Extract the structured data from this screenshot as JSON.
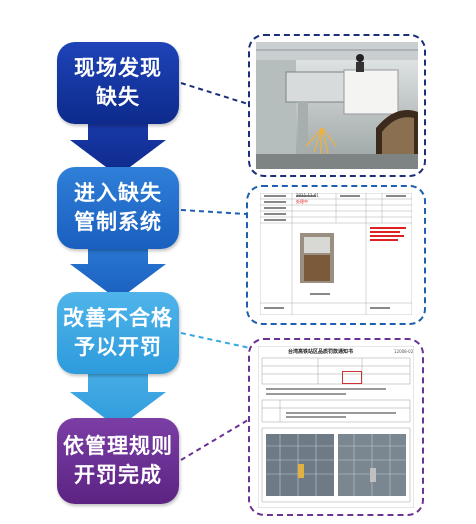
{
  "steps": [
    {
      "line1": "现场发现",
      "line2": "缺失"
    },
    {
      "line1": "进入缺失",
      "line2": "管制系统"
    },
    {
      "line1": "改善不合格",
      "line2": "予以开罚"
    },
    {
      "line1": "依管理规则",
      "line2": "开罚完成"
    }
  ],
  "colors": {
    "step1": "#0d2a8c",
    "step2": "#1a5fbf",
    "step3": "#2e9bdc",
    "step4": "#5c2383",
    "arrow_connector_dark": "#1c2f7a",
    "arrow_connector_light": "#36a8e0",
    "arrow_connector_purple": "#6b3394"
  },
  "documents": {
    "defect_record": {
      "date": "2011.11.01",
      "status": "处理中"
    },
    "penalty_notice": {
      "title": "台湾高铁站区品质罚款通知书",
      "number": "12008-02"
    }
  }
}
